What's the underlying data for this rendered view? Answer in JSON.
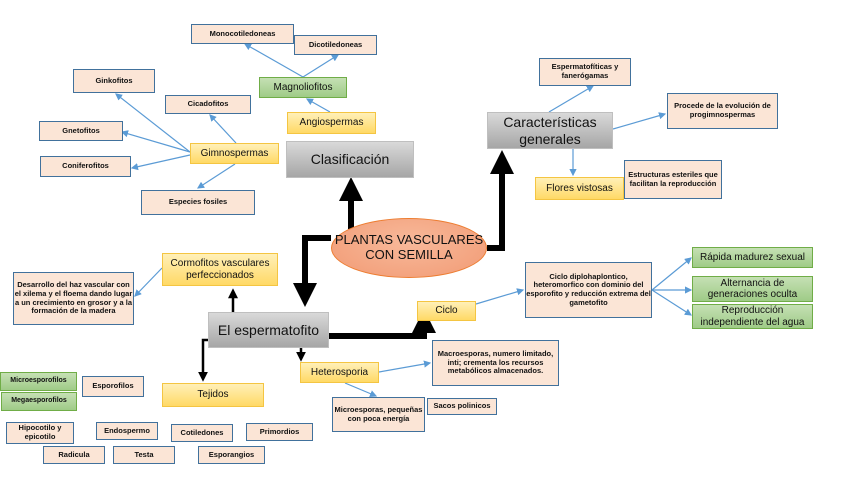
{
  "center": {
    "label": "PLANTAS VASCULARES CON SEMILLA"
  },
  "main_branches": {
    "clasificacion": "Clasificación",
    "caracteristicas": "Características generales",
    "espermatofito": "El espermatofito"
  },
  "clasificacion": {
    "angiospermas": "Angiospermas",
    "magnoliofitos": "Magnoliofitos",
    "monocotiledoneas": "Monocotiledoneas",
    "dicotiledoneas": "Dicotiledoneas",
    "gimnospermas": "Gimnospermas",
    "ginkofitos": "Ginkofitos",
    "cicadofitos": "Cicadofitos",
    "gnetofitos": "Gnetofitos",
    "coniferofitos": "Coniferofitos",
    "especies_fosiles": "Especies fosiles"
  },
  "caracteristicas": {
    "espermatofiticas": "Espermatofíticas y fanerógamas",
    "procede": "Procede de la evolución de progimnospermas",
    "flores": "Flores vistosas",
    "estructuras": "Estructuras esteriles que facilitan la reproducción"
  },
  "espermatofito": {
    "cormofitos": "Cormofitos vasculares perfeccionados",
    "desarrollo": "Desarrollo del haz vascular con el xilema y el floema dando lugar a un crecimiento en grosor y a la formación de la madera",
    "ciclo": "Ciclo",
    "ciclo_desc": "Ciclo diplohaplontico, heteromorfico con dominio del esporofito y reducción extrema del gametofito",
    "rapida": "Rápida madurez sexual",
    "alternancia": "Alternancia de generaciones oculta",
    "reproduccion": "Reproducción independiente del agua",
    "heterosporia": "Heterosporia",
    "macroesporas": "Macroesporas, numero limitado, inti; crementa los recursos metabólicos almacenados.",
    "microesporas": "Microesporas, pequeñas con poca energía",
    "sacos": "Sacos polinicos",
    "tejidos": "Tejidos",
    "microesporofilos": "Microesporofilos",
    "megaesporofilos": "Megaesporofilos",
    "esporofilos": "Esporofilos",
    "hipocotilo": "Hipocotilo y epicotilo",
    "endospermo": "Endospermo",
    "cotiledones": "Cotiledones",
    "primordios": "Primordios",
    "radicula": "Radicula",
    "testa": "Testa",
    "esporangios": "Esporangios"
  },
  "colors": {
    "peach": "#fbe5d6",
    "yellow": "#ffd966",
    "green": "#a9d18e",
    "gray": "#bfbfbf",
    "oval": "#f4a582",
    "connector_blue": "#5b9bd5",
    "connector_black": "#000000"
  }
}
